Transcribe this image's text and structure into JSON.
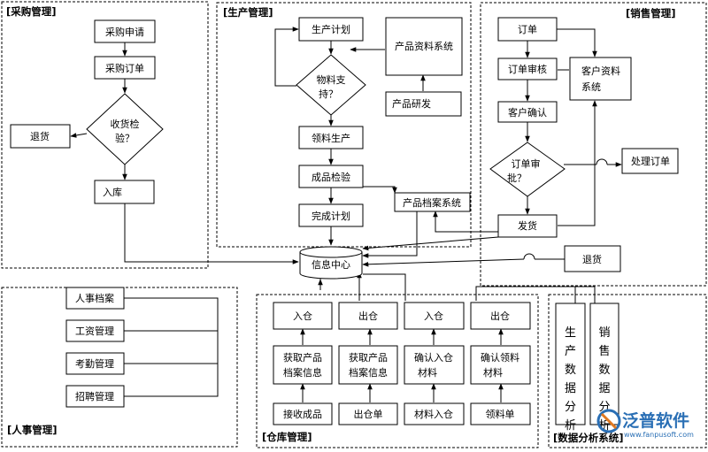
{
  "sections": {
    "purchase": "[采购管理]",
    "production": "[生产管理]",
    "sales": "[销售管理]",
    "hr": "[人事管理]",
    "warehouse": "[仓库管理]",
    "analysis": "[数据分析系统]"
  },
  "purchase": {
    "request": "采购申请",
    "order": "采购订单",
    "inspect": [
      "收货检",
      "验？"
    ],
    "return": "退货",
    "instock": "入库"
  },
  "production": {
    "plan": "生产计划",
    "product_info": "产品资料系统",
    "support": [
      "物料支",
      "持？"
    ],
    "rnd": "产品研发",
    "pick": "领料生产",
    "qc": "成品检验",
    "done": "完成计划",
    "archive": "产品档案系统"
  },
  "sales": {
    "order": "订单",
    "review": "订单审核",
    "customer_info": [
      "客户资料",
      "系统"
    ],
    "confirm": "客户确认",
    "approve": [
      "订单审",
      "批？"
    ],
    "handle": "处理订单",
    "ship": "发货",
    "return": "退货"
  },
  "center": "信息中心",
  "hr": {
    "files": "人事档案",
    "salary": "工资管理",
    "attendance": "考勤管理",
    "recruit": "招聘管理"
  },
  "warehouse": {
    "col1": [
      "入仓",
      "获取产品",
      "档案信息",
      "接收成品"
    ],
    "col2": [
      "出仓",
      "获取产品",
      "档案信息",
      "出仓单"
    ],
    "col3": [
      "入仓",
      "确认入仓",
      "材料",
      "材料入仓"
    ],
    "col4": [
      "出仓",
      "确认领料",
      "材料",
      "领料单"
    ]
  },
  "analysis": {
    "production": "生产数据分析",
    "sales": "销售数据分析"
  },
  "watermark": {
    "cn": "泛普软件",
    "url": "www.fanpusoft.com",
    "color": "#2a6fb5"
  }
}
